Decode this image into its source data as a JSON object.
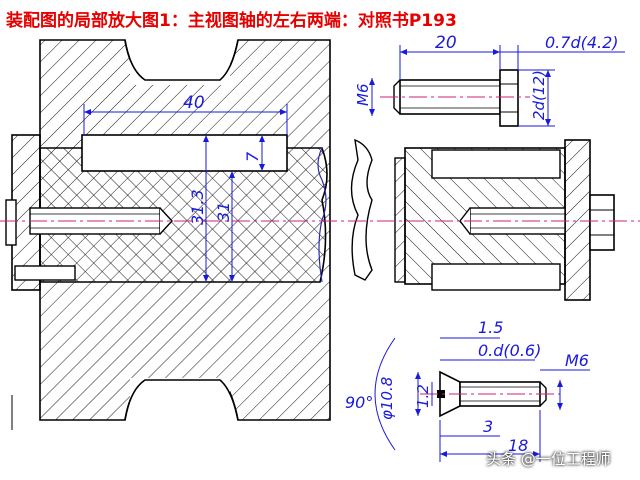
{
  "title": "装配图的局部放大图1：主视图轴的左右两端：对照书P193",
  "dims": {
    "key_length": "40",
    "dia_313": "31.3",
    "dia_31": "31",
    "key_depth": "7",
    "bolt_len": "20",
    "bolt_thread": "M6",
    "bolt_head_h": "0.7d(4.2)",
    "bolt_head_w": "2d(12)",
    "screw_15": "1.5",
    "screw_0d": "0.d(0.6)",
    "screw_m6": "M6",
    "screw_angle": "90°",
    "screw_head_dia": "φ10.8",
    "screw_12": "1.2",
    "screw_3": "3",
    "screw_len": "18"
  },
  "watermark": "头条 @一位工程师",
  "colors": {
    "title": "#e60000",
    "dimension": "#1a1adc",
    "center_line": "#cc2277",
    "outline": "#000000"
  }
}
